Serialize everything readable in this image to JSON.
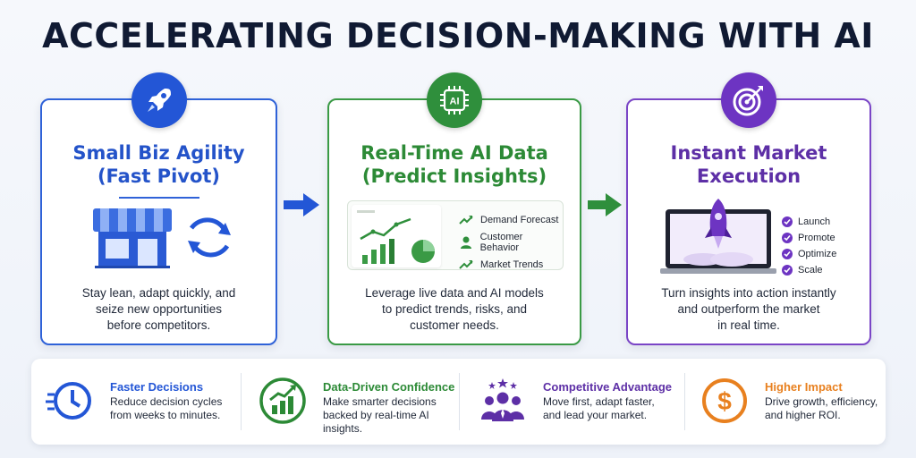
{
  "title": "ACCELERATING DECISION-MAKING WITH AI",
  "cards": [
    {
      "title_line1": "Small Biz Agility",
      "title_line2": "(Fast Pivot)",
      "desc_line1": "Stay lean, adapt quickly, and",
      "desc_line2": "seize new opportunities",
      "desc_line3": "before competitors.",
      "icon": "rocket-icon",
      "color": "#2356d6"
    },
    {
      "title_line1": "Real-Time AI Data",
      "title_line2": "(Predict Insights)",
      "badge_text": "AI",
      "insights": [
        "Demand Forecast",
        "Customer Behavior",
        "Market Trends"
      ],
      "desc_line1": "Leverage live data and AI models",
      "desc_line2": "to predict trends, risks, and",
      "desc_line3": "customer needs.",
      "icon": "ai-brain-icon",
      "color": "#2f8f3c"
    },
    {
      "title_line1": "Instant Market",
      "title_line2": "Execution",
      "checklist": [
        "Launch",
        "Promote",
        "Optimize",
        "Scale"
      ],
      "desc_line1": "Turn insights into action instantly",
      "desc_line2": "and outperform the market",
      "desc_line3": "in real time.",
      "icon": "target-icon",
      "color": "#6d34c2"
    }
  ],
  "benefits": [
    {
      "title": "Faster Decisions",
      "line1": "Reduce decision cycles",
      "line2": "from weeks to minutes.",
      "color": "#2356d6",
      "icon": "clock-icon"
    },
    {
      "title": "Data-Driven Confidence",
      "line1": "Make smarter decisions",
      "line2": "backed by real-time AI",
      "line3": "insights.",
      "color": "#2c8a36",
      "icon": "growth-chart-icon"
    },
    {
      "title": "Competitive Advantage",
      "line1": "Move first, adapt faster,",
      "line2": "and lead your market.",
      "color": "#5d2fa6",
      "icon": "team-stars-icon"
    },
    {
      "title": "Higher Impact",
      "line1": "Drive growth, efficiency,",
      "line2": "and higher ROI.",
      "color": "#e8801f",
      "icon": "dollar-icon"
    }
  ]
}
